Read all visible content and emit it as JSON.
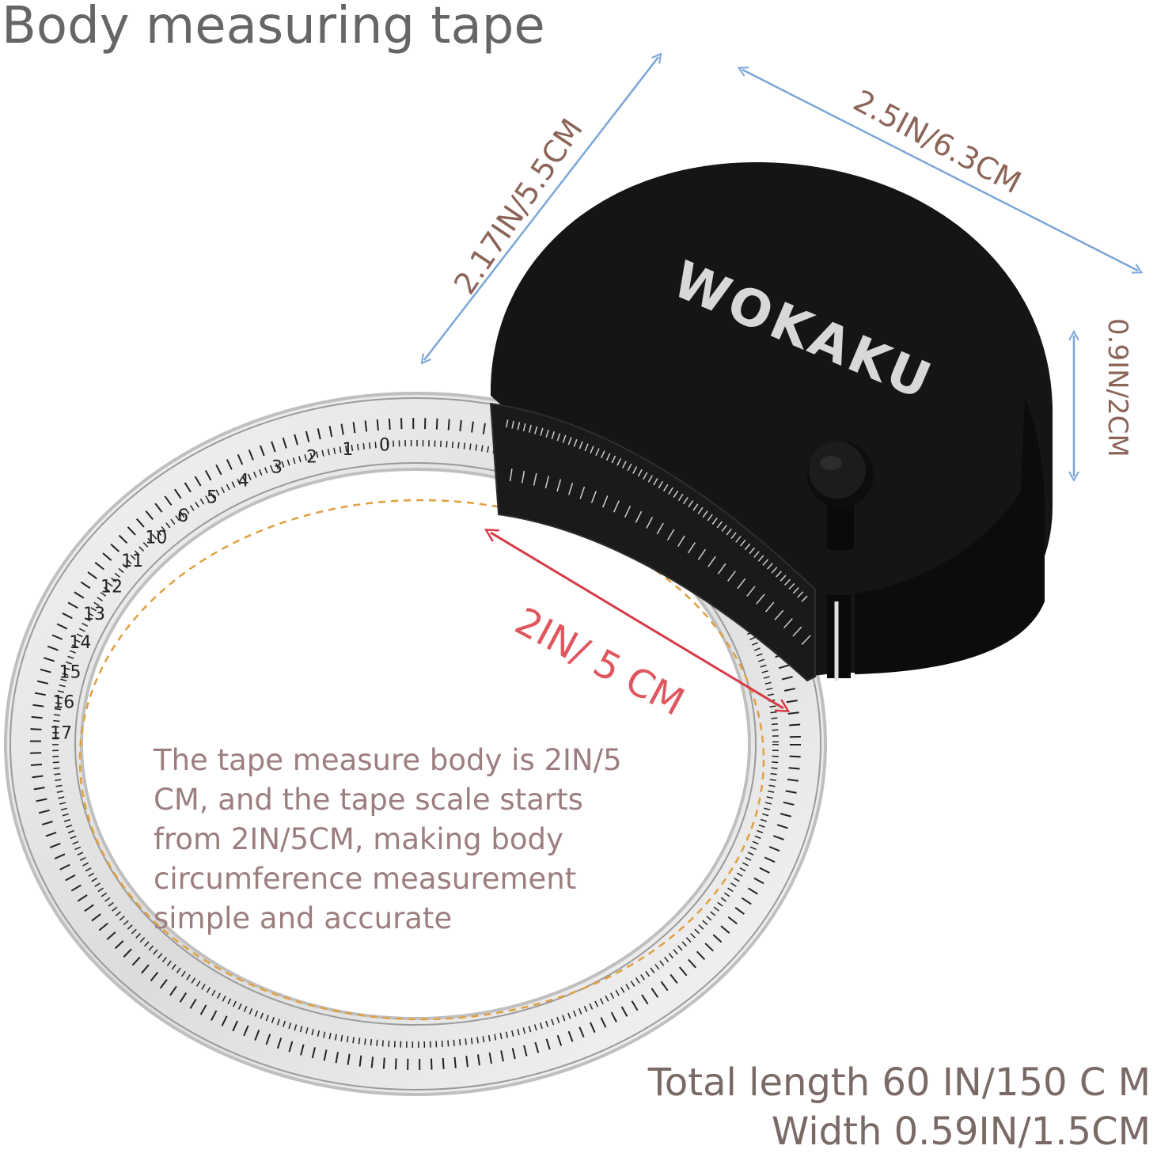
{
  "title": "Body measuring tape",
  "brand": "WOKAKU",
  "dimensions": {
    "length": "2.17IN/5.5CM",
    "diameter": "2.5IN/6.3CM",
    "thickness": "0.9IN/2CM",
    "body": "2IN/ 5 CM"
  },
  "description": [
    "The tape measure body is 2IN/5",
    "CM, and the tape scale starts",
    "from 2IN/5CM, making body",
    "circumference measurement",
    "simple and accurate"
  ],
  "specs": {
    "total_length": "Total length 60 IN/150 C M",
    "width": "Width 0.59IN/1.5CM"
  },
  "tape_numbers": [
    "0",
    "1",
    "2",
    "3",
    "4",
    "5",
    "6",
    "10",
    "11",
    "12",
    "13",
    "14",
    "15",
    "16",
    "17"
  ],
  "colors": {
    "case": "#141414",
    "dimension_arrow": "#7aa6d8",
    "body_arrow": "#d83a44",
    "dashed_circle": "#e0a040"
  }
}
